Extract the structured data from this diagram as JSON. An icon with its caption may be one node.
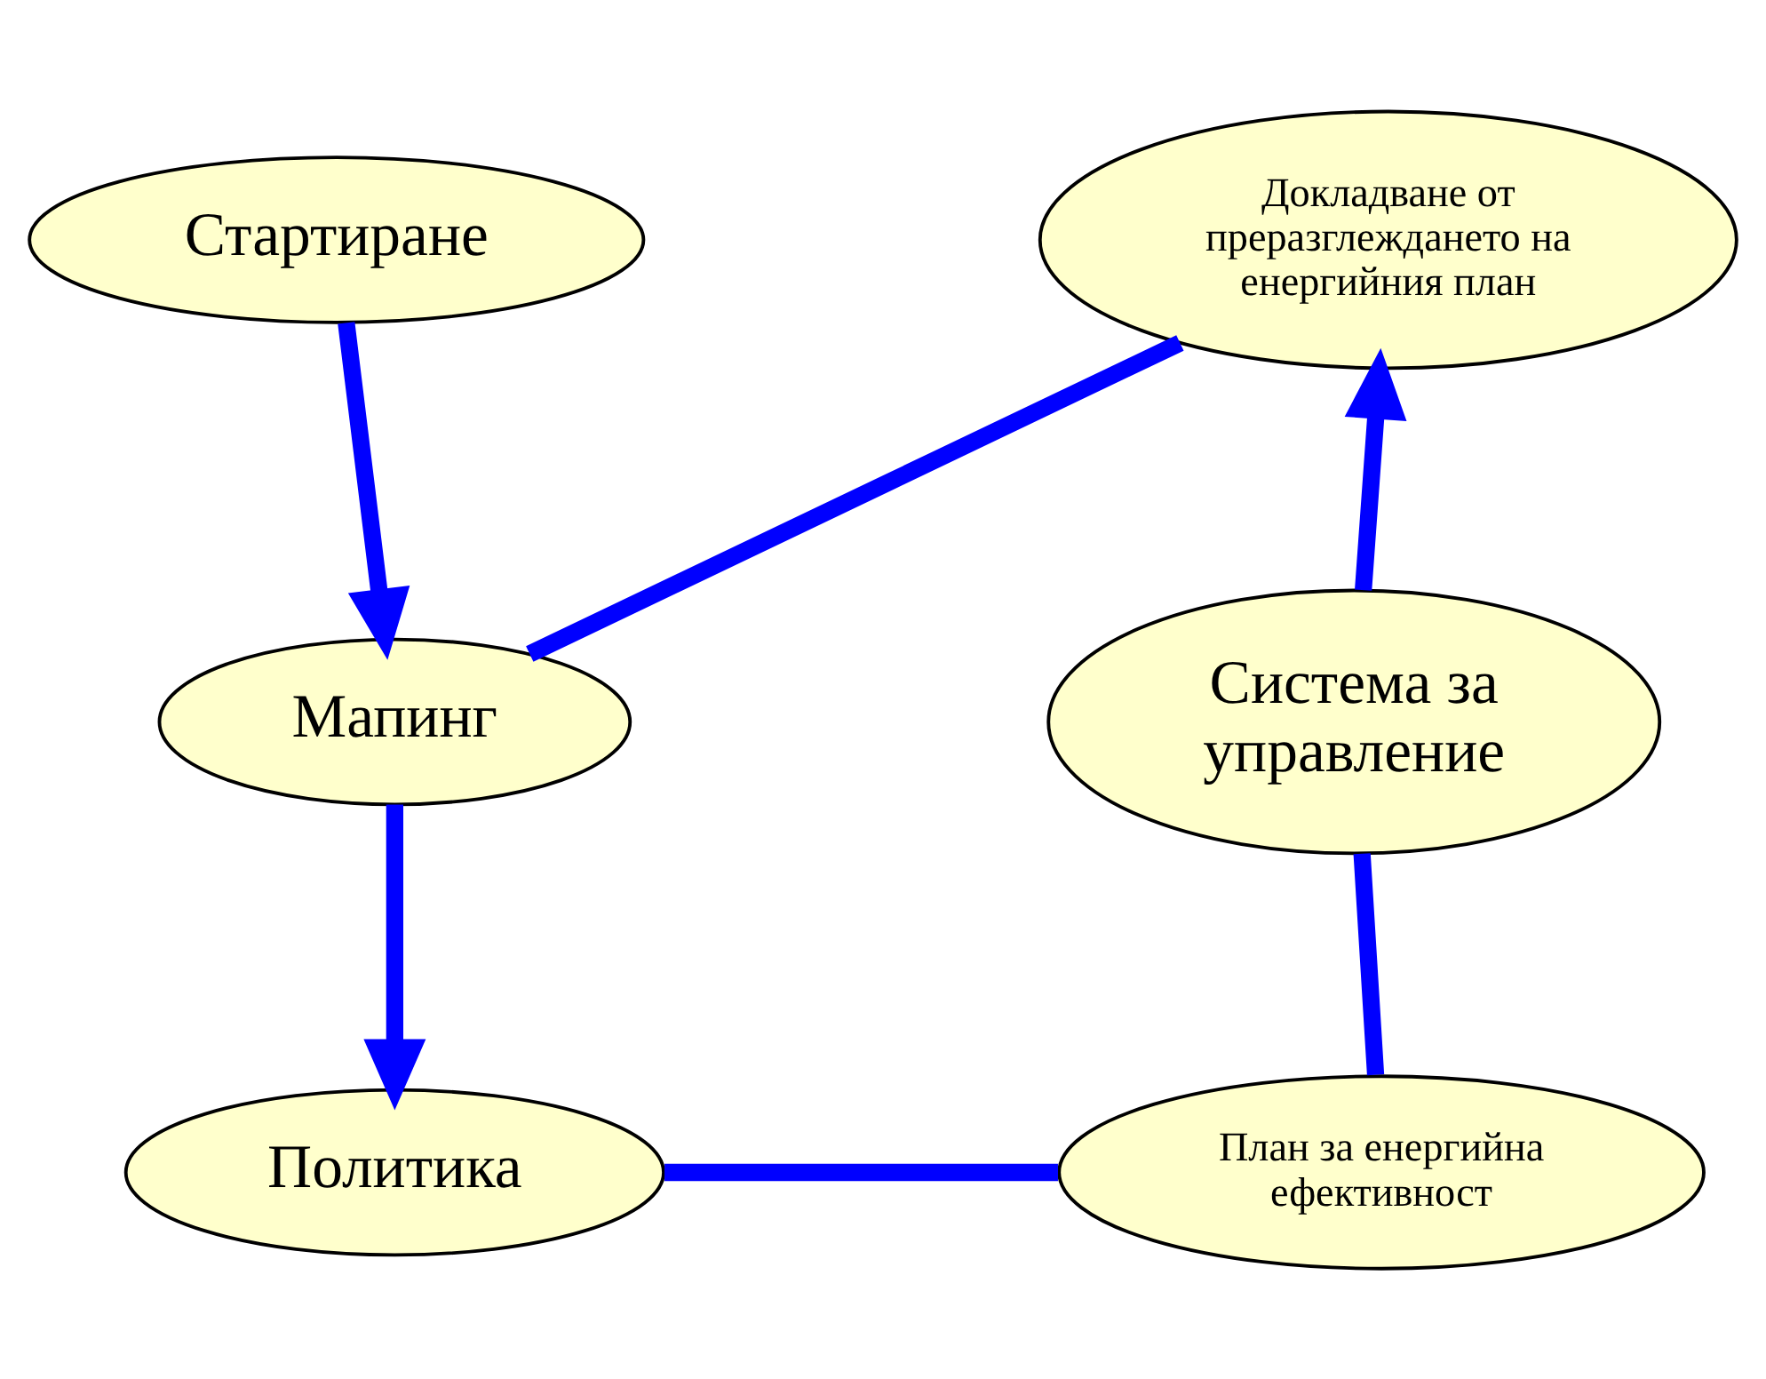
{
  "diagram": {
    "nodes": [
      {
        "text": [
          "Стартиране"
        ]
      },
      {
        "text": [
          "Докладване от преразглеждането на енергийния план"
        ]
      },
      {
        "text": [
          "Мапинг"
        ]
      },
      {
        "text": [
          "Политика"
        ]
      },
      {
        "text": [
          "План за енергийна ефективност"
        ]
      },
      {
        "text": [
          "Система за управление"
        ]
      }
    ],
    "edges": [
      {
        "from": 0,
        "to": 2,
        "arrow": "to",
        "color": "#0000ff"
      },
      {
        "from": 1,
        "to": 2,
        "arrow": "none",
        "color": "#0000ff"
      },
      {
        "from": 2,
        "to": 3,
        "arrow": "to",
        "color": "#0000ff"
      },
      {
        "from": 3,
        "to": 4,
        "arrow": "none",
        "color": "#0000ff"
      },
      {
        "from": 4,
        "to": 5,
        "arrow": "none",
        "color": "#0000ff"
      },
      {
        "from": 5,
        "to": 1,
        "arrow": "to",
        "color": "#0000ff"
      }
    ]
  }
}
